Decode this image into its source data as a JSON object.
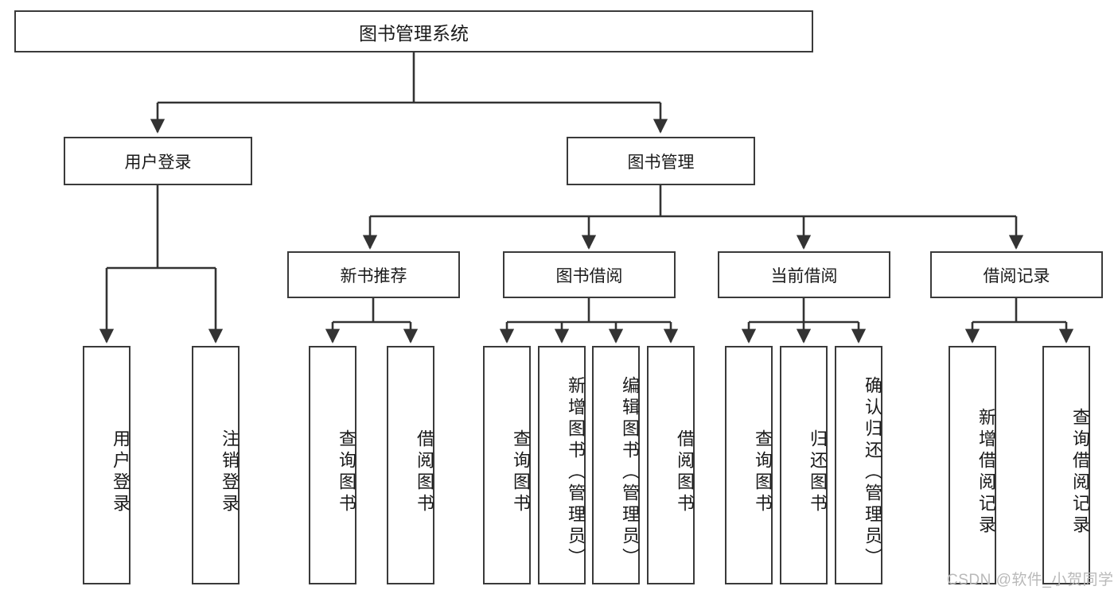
{
  "diagram": {
    "title": "图书管理系统",
    "type": "tree-hierarchy-diagram",
    "colors": {
      "box_border": "#3a3a3a",
      "box_fill": "#ffffff",
      "connector": "#333333",
      "text": "#1a1a1a",
      "watermark": "#b9b9b9",
      "background": "#ffffff"
    },
    "root": {
      "label": "图书管理系统"
    },
    "level1": [
      {
        "label": "用户登录"
      },
      {
        "label": "图书管理"
      }
    ],
    "level2": [
      {
        "label": "新书推荐"
      },
      {
        "label": "图书借阅"
      },
      {
        "label": "当前借阅"
      },
      {
        "label": "借阅记录"
      }
    ],
    "leaves": {
      "user_login": [
        {
          "label": "用户登录"
        },
        {
          "label": "注销登录"
        }
      ],
      "new_book_recommend": [
        {
          "label": "查询图书"
        },
        {
          "label": "借阅图书"
        }
      ],
      "book_borrow": [
        {
          "label": "查询图书"
        },
        {
          "label": "新增图书（管理员）"
        },
        {
          "label": "编辑图书（管理员）"
        },
        {
          "label": "借阅图书"
        }
      ],
      "current_borrow": [
        {
          "label": "查询图书"
        },
        {
          "label": "归还图书"
        },
        {
          "label": "确认归还（管理员）"
        }
      ],
      "borrow_record": [
        {
          "label": "新增借阅记录"
        },
        {
          "label": "查询借阅记录"
        }
      ]
    }
  },
  "watermark": {
    "text": "CSDN @软件_小贺同学"
  }
}
